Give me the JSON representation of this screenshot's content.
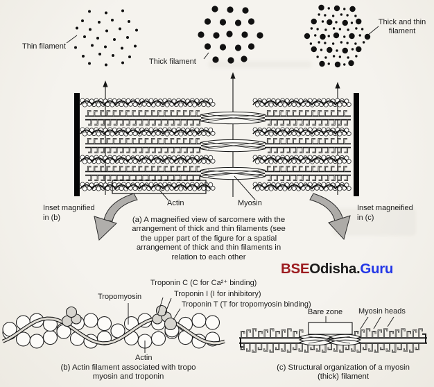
{
  "figure": {
    "cross_sections": {
      "thin_filament_label": "Thin filament",
      "thick_filament_label": "Thick filament",
      "thick_and_thin_label": "Thick and thin\nfilament"
    },
    "sarcomere": {
      "actin_label": "Actin",
      "myosin_label": "Myosin",
      "inset_b_label": "Inset magnified\nin (b)",
      "inset_c_label": "Inset magneified\nin (c)",
      "caption": "(a) A magneified view of sarcomere with the\narrangement of thick and thin filaments (see\nthe upper part of the figure for a spatial\narrangement of thick and thin filaments in\nrelation to each other"
    },
    "actin_detail": {
      "tropomyosin_label": "Tropomyosin",
      "troponin_c_label": "Troponin C (C for Ca²⁺ binding)",
      "troponin_i_label": "Troponin I (I for inhibitory)",
      "troponin_t_label": "Troponin T (T for tropomyosin binding)",
      "actin_label": "Actin",
      "caption": "(b) Actin filament associated with tropo\nmyosin and troponin"
    },
    "myosin_detail": {
      "bare_zone_label": "Bare zone",
      "myosin_heads_label": "Myosin heads",
      "caption": "(c) Structural organization of a myosin\n(thick) filament"
    }
  },
  "watermark": {
    "bse": "BSE",
    "odisha": "Odisha.",
    "guru": "Guru",
    "bse_color": "#9c1b1f",
    "odisha_color": "#1b1b1b",
    "guru_color": "#2337e6"
  }
}
